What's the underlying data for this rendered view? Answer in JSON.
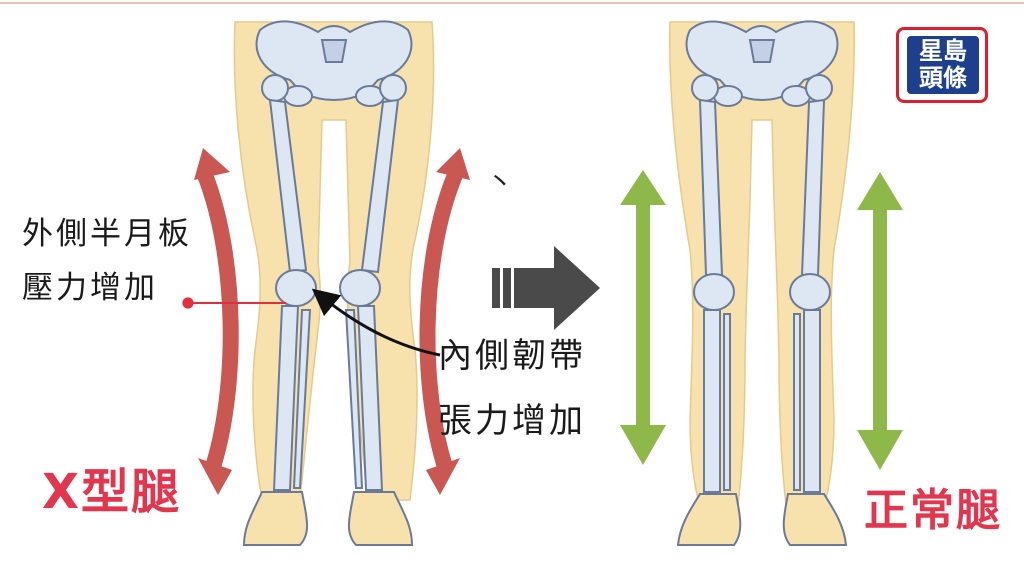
{
  "labels": {
    "lateral_meniscus_line1": "外側半月板",
    "lateral_meniscus_line2": "壓力增加",
    "medial_ligament_line1": "內側韌帶",
    "medial_ligament_line2": "張力增加",
    "tick_mark": "丶",
    "x_leg_title": "X型腿",
    "normal_leg_title": "正常腿"
  },
  "logo": {
    "line1": "星島",
    "line2": "頭條"
  },
  "colors": {
    "title_red": "#e2364e",
    "left_arrow_red": "#c95752",
    "right_arrow_green": "#8fb84a",
    "transition_arrow": "#4a4a4a",
    "skin": "#f7e2ae",
    "bone": "#dde6f3",
    "bone_outline": "#6a7a98",
    "logo_blue": "#1d3f8c",
    "logo_red": "#d9202e"
  },
  "icons": {
    "transition": "right-arrow-icon",
    "stress": "double-headed-arrow-icon"
  }
}
